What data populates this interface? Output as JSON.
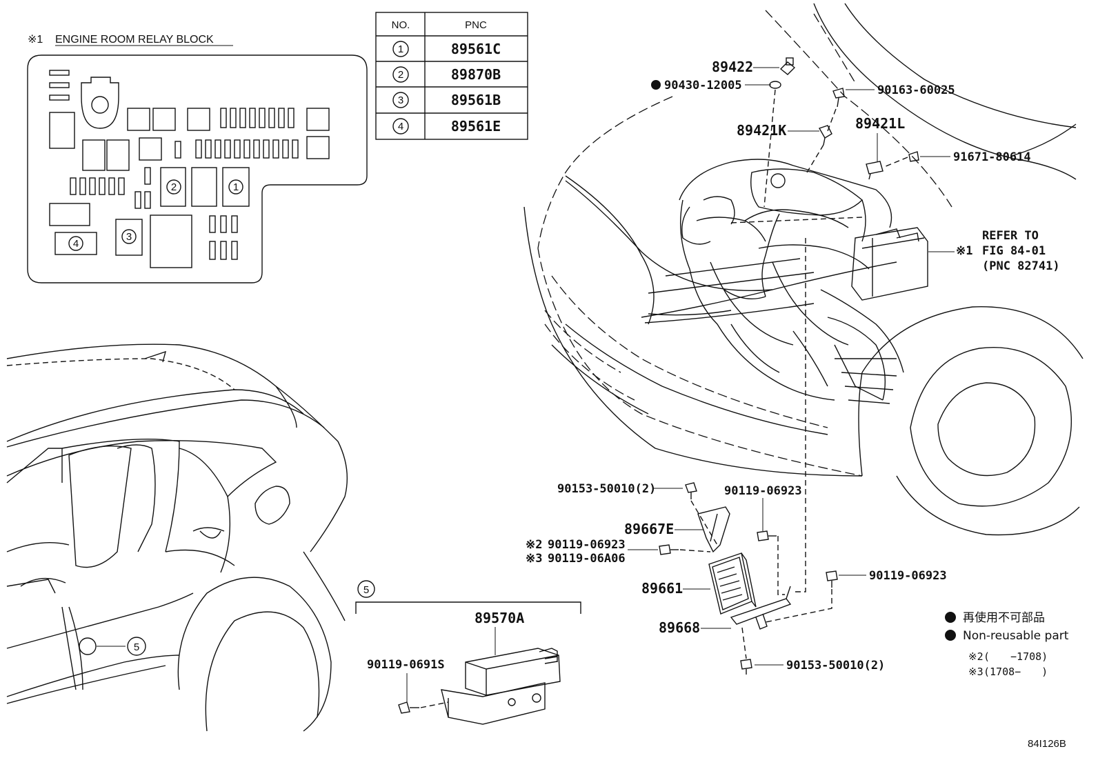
{
  "relay_block": {
    "mark": "※1",
    "title": "ENGINE ROOM RELAY BLOCK"
  },
  "pnc_table": {
    "headers": [
      "NO.",
      "PNC"
    ],
    "rows": [
      {
        "no": "1",
        "pnc": "89561C"
      },
      {
        "no": "2",
        "pnc": "89870B"
      },
      {
        "no": "3",
        "pnc": "89561B"
      },
      {
        "no": "4",
        "pnc": "89561E"
      }
    ]
  },
  "engine_labels": {
    "p89422": "89422",
    "p90430": "90430-12005",
    "p90163": "90163-60025",
    "p89421k": "89421K",
    "p89421l": "89421L",
    "p91671": "91671-80614",
    "refer_line1": "REFER TO",
    "refer_mark": "※1",
    "refer_line2": "FIG 84-01",
    "refer_line3": "(PNC 82741)"
  },
  "ecu_labels": {
    "p90153_top": "90153-50010(2)",
    "p90119_right_top": "90119-06923",
    "p89667e": "89667E",
    "mark2": "※2",
    "p90119_mark2": "90119-06923",
    "mark3": "※3",
    "p90119_mark3": "90119-06A06",
    "p90119_right": "90119-06923",
    "p89661": "89661",
    "p89668": "89668",
    "p90153_bottom": "90153-50010(2)"
  },
  "callout5": {
    "number": "5",
    "p89570a": "89570A",
    "p90119_0691s": "90119-0691S"
  },
  "legend": {
    "jp": "再使用不可部品",
    "en": "Non-reusable part",
    "note2_mark": "※2",
    "note2_text": "(　　−1708)",
    "note3_mark": "※3",
    "note3_text": "(1708−　　)"
  },
  "figure_id": "84I126B"
}
